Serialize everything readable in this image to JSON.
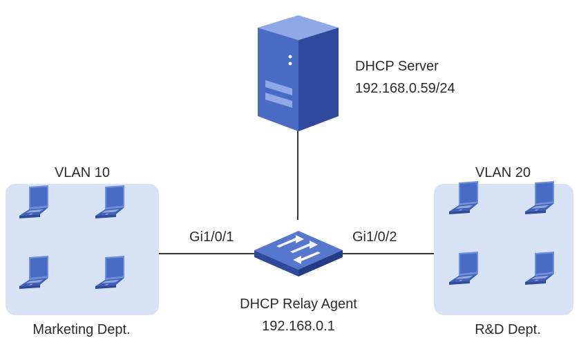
{
  "server": {
    "name": "DHCP Server",
    "ip": "192.168.0.59/24",
    "icon": "server-tower-icon"
  },
  "relay": {
    "name": "DHCP Relay Agent",
    "ip": "192.168.0.1",
    "icon": "switch-icon"
  },
  "ports": {
    "left": "Gi1/0/1",
    "right": "Gi1/0/2"
  },
  "vlans": {
    "left": {
      "name": "VLAN 10",
      "dept": "Marketing Dept.",
      "hosts": 4
    },
    "right": {
      "name": "VLAN 20",
      "dept": "R&D Dept.",
      "hosts": 4
    }
  },
  "colors": {
    "device_blue": "#4a6bc3",
    "device_light": "#6e8fd9",
    "device_dark": "#2f4a9c",
    "group_bg": "#d7e2f4",
    "link": "#333333"
  }
}
